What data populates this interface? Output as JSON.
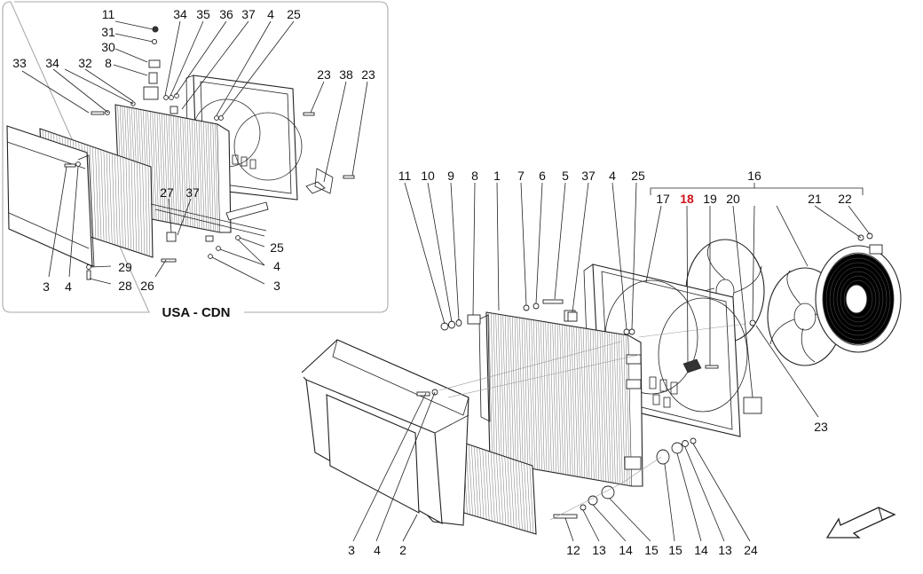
{
  "diagram": {
    "highlight_color": "#d0141b",
    "inset": {
      "title": "USA - CDN",
      "callouts": [
        "11",
        "31",
        "30",
        "8",
        "34",
        "35",
        "36",
        "37",
        "4",
        "25",
        "33",
        "34",
        "32",
        "23",
        "38",
        "23",
        "3",
        "4",
        "27",
        "37",
        "29",
        "28",
        "26",
        "25",
        "4",
        "3"
      ]
    },
    "main": {
      "callouts": [
        "11",
        "10",
        "9",
        "8",
        "1",
        "7",
        "6",
        "5",
        "37",
        "4",
        "25",
        "16",
        "17",
        "18",
        "19",
        "20",
        "21",
        "22",
        "23",
        "3",
        "4",
        "2",
        "12",
        "13",
        "14",
        "15",
        "15",
        "14",
        "13",
        "24"
      ],
      "highlighted_callout": "18"
    },
    "direction_arrow": "arrow-icon"
  }
}
